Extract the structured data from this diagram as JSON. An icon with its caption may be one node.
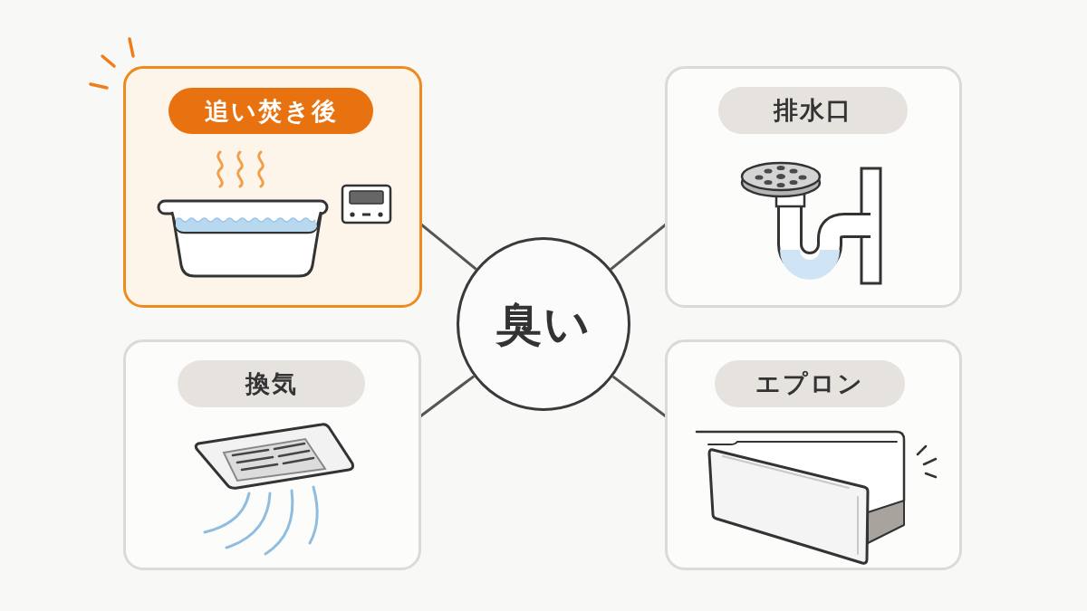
{
  "diagram": {
    "nodes": [
      {
        "text": [],
        "shape": "box"
      },
      {
        "text": [
          "追い焚き後"
        ],
        "in": 0
      },
      {
        "text": [],
        "shape": "box"
      },
      {
        "text": [
          "排水口"
        ],
        "in": 2
      },
      {
        "text": [
          "臭い"
        ]
      },
      {
        "text": [],
        "shape": "box"
      },
      {
        "text": [
          "換気"
        ],
        "in": 5
      },
      {
        "text": [],
        "shape": "box"
      },
      {
        "text": [
          "エプロン"
        ],
        "in": 7
      }
    ],
    "edges": [
      {
        "from": 4,
        "to": 0,
        "arrow": "none"
      },
      {
        "from": 4,
        "to": 2,
        "arrow": "none"
      },
      {
        "from": 4,
        "to": 5,
        "arrow": "none"
      },
      {
        "from": 4,
        "to": 7,
        "arrow": "none"
      }
    ]
  }
}
